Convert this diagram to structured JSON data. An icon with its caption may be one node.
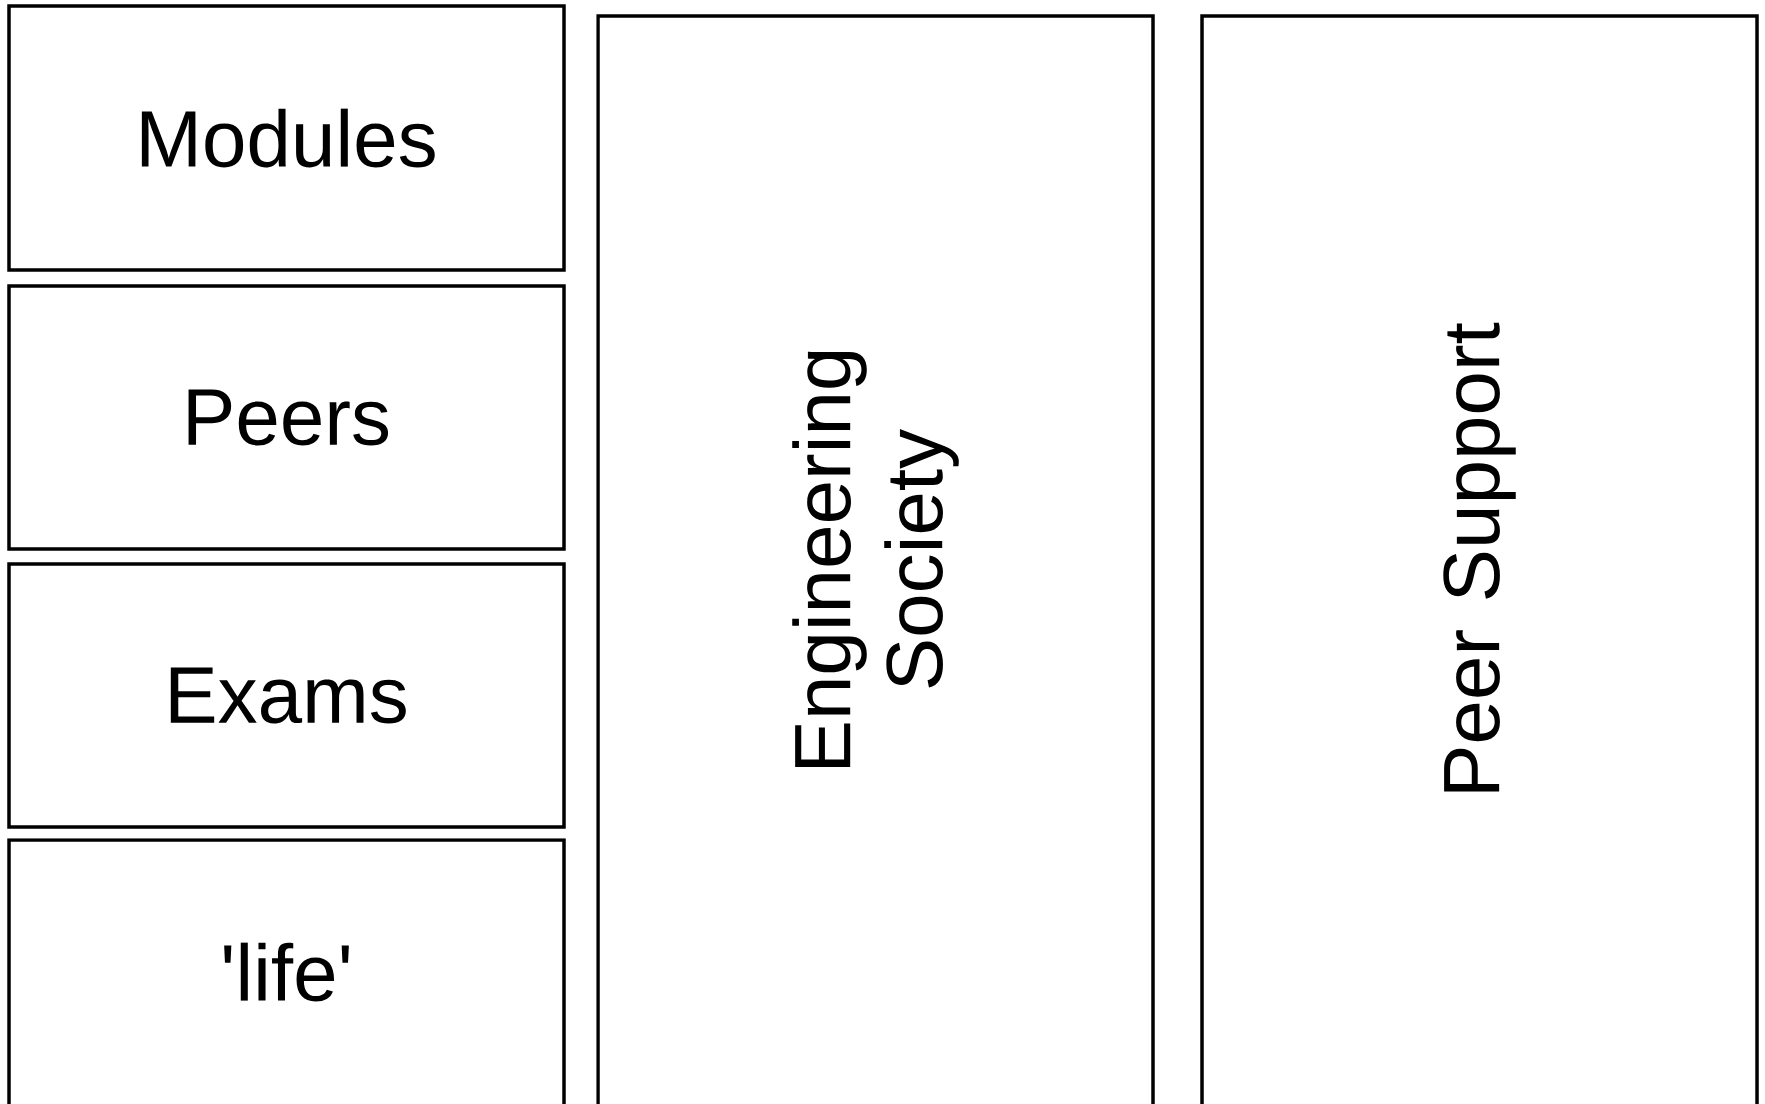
{
  "diagram": {
    "nodes": [
      {
        "text": [
          "Modules"
        ]
      },
      {
        "text": [
          "Peers"
        ]
      },
      {
        "text": [
          "Exams"
        ]
      },
      {
        "text": [
          "'life'"
        ]
      },
      {
        "text": [
          "Engineering Society"
        ]
      },
      {
        "text": [
          "Peer Support"
        ]
      }
    ]
  }
}
